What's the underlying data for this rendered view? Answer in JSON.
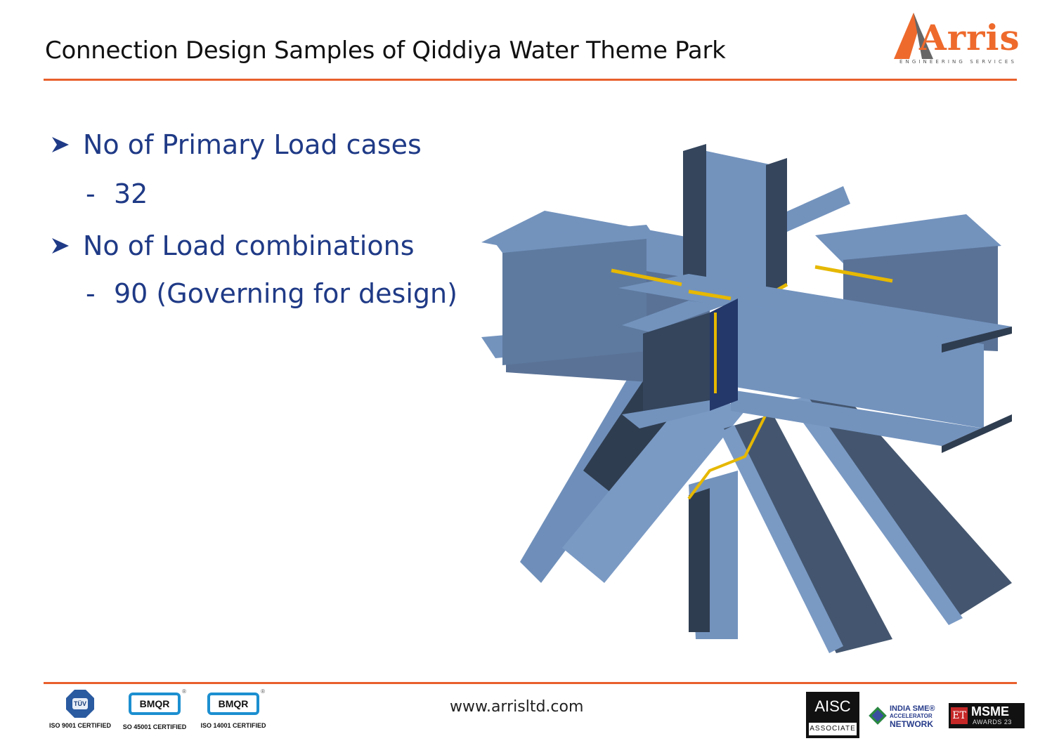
{
  "header": {
    "title": "Connection Design Samples of Qiddiya Water Theme Park",
    "logo": {
      "word": "Arris",
      "tagline": "ENGINEERING SERVICES",
      "brand_color": "#ee6a2c"
    }
  },
  "bullets": [
    {
      "icon": "arrow-bullet-icon",
      "label": "No of Primary Load cases",
      "sub": "32"
    },
    {
      "icon": "arrow-bullet-icon",
      "label": "No of Load combinations",
      "sub": "90 (Governing for design)"
    }
  ],
  "figure": {
    "description": "3D steel connection model with I-beams, braces and yellow welds"
  },
  "footer": {
    "website": "www.arrisltd.com",
    "certifications": [
      {
        "logo": "TÜV",
        "caption": "ISO 9001 CERTIFIED"
      },
      {
        "logo": "BMQR",
        "caption": "SO 45001 CERTIFIED"
      },
      {
        "logo": "BMQR",
        "caption": "ISO 14001 CERTIFIED"
      }
    ],
    "badges": {
      "aisc_top": "AISC",
      "aisc_bottom": "ASSOCIATE",
      "sme_line1": "INDIA SME®",
      "sme_line2": "ACCELERATOR",
      "sme_line3": "NETWORK",
      "msme_et": "ET",
      "msme_title": "MSME",
      "msme_sub": "AWARDS 23"
    }
  },
  "colors": {
    "accent": "#e8602c",
    "bullet_text": "#1f3a86",
    "steel": "#7393bd",
    "weld": "#e6b800"
  }
}
